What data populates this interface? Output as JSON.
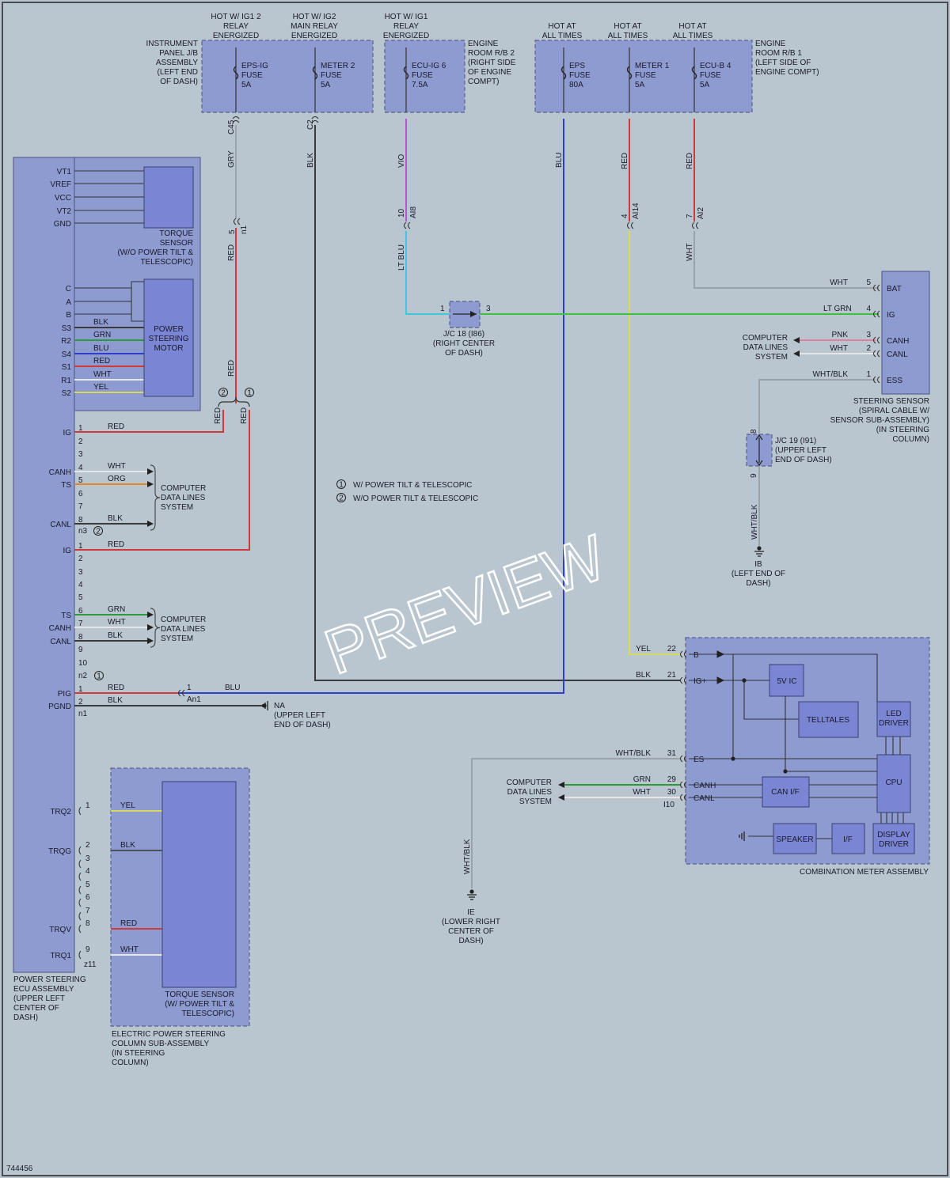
{
  "colors": {
    "background": "#b9c6cf",
    "box_fill": "#8d9bd0",
    "box_stroke": "#5a6290",
    "component_fill": "#7a86d4",
    "wire_gry": "#9aa3a8",
    "wire_blk": "#3a3a3a",
    "wire_vio": "#c050d0",
    "wire_blu": "#2f3fcc",
    "wire_red": "#d03a3a",
    "wire_ltblu": "#40c8d8",
    "wire_ltgrn": "#40c040",
    "wire_yel": "#d8d860",
    "wire_wht": "#e6e6e6",
    "wire_grn": "#2a9a3a",
    "wire_org": "#e08a20",
    "wire_pnk": "#e080a0"
  },
  "top_labels": {
    "hot_ig1_relay2": "HOT W/ IG1 2 RELAY ENERGIZED",
    "hot_ig2_main": "HOT W/ IG2 MAIN RELAY ENERGIZED",
    "hot_ig1_relay": "HOT W/ IG1 RELAY ENERGIZED",
    "hot_all_1": "HOT AT ALL TIMES",
    "hot_all_2": "HOT AT ALL TIMES",
    "hot_all_3": "HOT AT ALL TIMES"
  },
  "fuse_boxes": {
    "ip_jb": "INSTRUMENT PANEL J/B ASSEMBLY (LEFT END OF DASH)",
    "er_rb2": "ENGINE ROOM R/B 2 (RIGHT SIDE OF ENGINE COMPT)",
    "er_rb1": "ENGINE ROOM R/B 1 (LEFT SIDE OF ENGINE COMPT)"
  },
  "fuses": [
    {
      "name": "EPS-IG",
      "word": "FUSE",
      "amp": "5A"
    },
    {
      "name": "METER 2",
      "word": "FUSE",
      "amp": "5A"
    },
    {
      "name": "ECU-IG 6",
      "word": "FUSE",
      "amp": "7.5A"
    },
    {
      "name": "EPS",
      "word": "FUSE",
      "amp": "80A"
    },
    {
      "name": "METER 1",
      "word": "FUSE",
      "amp": "5A"
    },
    {
      "name": "ECU-B 4",
      "word": "FUSE",
      "amp": "5A"
    }
  ],
  "connectors": {
    "c45": "C45",
    "c2": "C2",
    "ai8": "AI8",
    "ai8_pin": "10",
    "ai14": "AI14",
    "ai14_pin": "4",
    "ai2": "AI2",
    "ai2_pin": "7",
    "n1": "n1",
    "n1_pin": "5"
  },
  "wire_labels": {
    "gry": "GRY",
    "blk": "BLK",
    "vio": "VIO",
    "blu": "BLU",
    "red": "RED",
    "ltblu": "LT BLU",
    "wht": "WHT",
    "red2": "RED",
    "red3": "RED",
    "red4": "RED",
    "red5": "RED",
    "ltgrn": "LT GRN",
    "yel": "YEL",
    "whtblk": "WHT/BLK"
  },
  "ecu": {
    "label": "POWER STEERING ECU ASSEMBLY (UPPER LEFT CENTER OF DASH)",
    "torque_pins": [
      "VT1",
      "VREF",
      "VCC",
      "VT2",
      "GND"
    ],
    "torque_sensor": "TORQUE SENSOR (W/O POWER TILT & TELESCOPIC)",
    "motor_pins": [
      "C",
      "A",
      "B",
      "S3",
      "R2",
      "S4",
      "S1",
      "R1",
      "S2"
    ],
    "motor_wires": [
      "BLK",
      "GRN",
      "BLU",
      "RED",
      "WHT",
      "YEL"
    ],
    "motor": "POWER STEERING MOTOR",
    "n3_pins": [
      {
        "name": "IG",
        "no": "1",
        "wire": "RED"
      },
      {
        "name": "",
        "no": "2",
        "wire": ""
      },
      {
        "name": "",
        "no": "3",
        "wire": ""
      },
      {
        "name": "CANH",
        "no": "4",
        "wire": "WHT"
      },
      {
        "name": "TS",
        "no": "5",
        "wire": "ORG"
      },
      {
        "name": "",
        "no": "6",
        "wire": ""
      },
      {
        "name": "",
        "no": "7",
        "wire": ""
      },
      {
        "name": "CANL",
        "no": "8",
        "wire": "BLK"
      }
    ],
    "n3_label": "n3",
    "n3_circle": "2",
    "cds1": "COMPUTER DATA LINES SYSTEM",
    "n2_pins": [
      {
        "name": "IG",
        "no": "1",
        "wire": "RED"
      },
      {
        "name": "",
        "no": "2",
        "wire": ""
      },
      {
        "name": "",
        "no": "3",
        "wire": ""
      },
      {
        "name": "",
        "no": "4",
        "wire": ""
      },
      {
        "name": "",
        "no": "5",
        "wire": ""
      },
      {
        "name": "TS",
        "no": "6",
        "wire": "GRN"
      },
      {
        "name": "CANH",
        "no": "7",
        "wire": "WHT"
      },
      {
        "name": "CANL",
        "no": "8",
        "wire": "BLK"
      },
      {
        "name": "",
        "no": "9",
        "wire": ""
      },
      {
        "name": "",
        "no": "10",
        "wire": ""
      }
    ],
    "n2_label": "n2",
    "n2_circle": "1",
    "cds2": "COMPUTER DATA LINES SYSTEM",
    "n1_pins": [
      {
        "name": "PIG",
        "no": "1",
        "wire": "RED"
      },
      {
        "name": "PGND",
        "no": "2",
        "wire": "BLK"
      }
    ],
    "n1_label": "n1",
    "an1_pin": "1",
    "an1": "An1",
    "blu": "BLU",
    "ground_na": "NA (UPPER LEFT END OF DASH)",
    "trq_pins": [
      {
        "name": "TRQ2",
        "no": "1",
        "wire": "YEL"
      },
      {
        "name": "TRQG",
        "no": "2",
        "wire": "BLK"
      },
      {
        "name": "",
        "no": "3",
        "wire": ""
      },
      {
        "name": "",
        "no": "4",
        "wire": ""
      },
      {
        "name": "",
        "no": "5",
        "wire": ""
      },
      {
        "name": "",
        "no": "6",
        "wire": ""
      },
      {
        "name": "",
        "no": "7",
        "wire": ""
      },
      {
        "name": "TRQV",
        "no": "8",
        "wire": "RED"
      },
      {
        "name": "TRQ1",
        "no": "9",
        "wire": "WHT"
      }
    ],
    "z11": "z11"
  },
  "eps_column": {
    "label": "ELECTRIC POWER STEERING COLUMN SUB-ASSEMBLY (IN STEERING COLUMN)",
    "torque_sensor": "TORQUE SENSOR (W/ POWER TILT & TELESCOPIC)"
  },
  "legend": {
    "c1": "1",
    "t1": "W/ POWER TILT & TELESCOPIC",
    "c2": "2",
    "t2": "W/O POWER TILT & TELESCOPIC",
    "ca": "2",
    "cb": "1"
  },
  "jc18": {
    "label": "J/C 18 (I86) (RIGHT CENTER OF DASH)",
    "pin_l": "1",
    "pin_r": "3"
  },
  "jc19": {
    "label": "J/C 19 (I91) (UPPER LEFT END OF DASH)",
    "pin_t": "8",
    "pin_b": "9"
  },
  "steering_sensor": {
    "label": "STEERING SENSOR (SPIRAL CABLE W/ SENSOR SUB-ASSEMBLY) (IN STEERING COLUMN)",
    "pins": [
      {
        "name": "BAT",
        "no": "5",
        "wire": "WHT"
      },
      {
        "name": "IG",
        "no": "4",
        "wire": "LT GRN"
      },
      {
        "name": "CANH",
        "no": "3",
        "wire": "PNK"
      },
      {
        "name": "CANL",
        "no": "2",
        "wire": "WHT"
      },
      {
        "name": "ESS",
        "no": "1",
        "wire": "WHT/BLK"
      }
    ],
    "cds": "COMPUTER DATA LINES SYSTEM",
    "wire_whtblk": "WHT/BLK",
    "ground_ib": "IB (LEFT END OF DASH)"
  },
  "meter": {
    "label": "COMBINATION METER ASSEMBLY",
    "pins": [
      {
        "name": "B",
        "no": "22",
        "wire": "YEL"
      },
      {
        "name": "IG+",
        "no": "21",
        "wire": "BLK"
      },
      {
        "name": "ES",
        "no": "31",
        "wire": "WHT/BLK"
      },
      {
        "name": "CANH",
        "no": "29",
        "wire": "GRN"
      },
      {
        "name": "CANL",
        "no": "30",
        "wire": "WHT"
      }
    ],
    "i10": "I10",
    "blocks": {
      "vic": "5V IC",
      "telltales": "TELLTALES",
      "led_driver": "LED DRIVER",
      "cpu": "CPU",
      "canif": "CAN I/F",
      "speaker": "SPEAKER",
      "if": "I/F",
      "display_driver": "DISPLAY DRIVER"
    },
    "cds": "COMPUTER DATA LINES SYSTEM",
    "wire_whtblk": "WHT/BLK",
    "ground_ie": "IE (LOWER RIGHT CENTER OF DASH)"
  },
  "watermark": "PREVIEW",
  "doc_number": "744456"
}
